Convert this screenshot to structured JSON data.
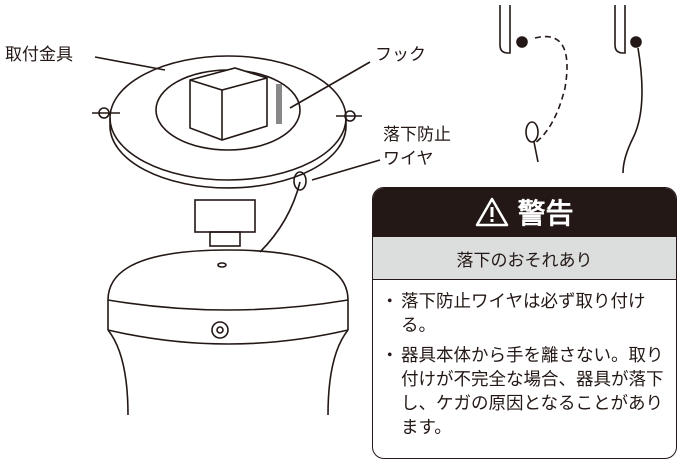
{
  "labels": {
    "bracket": "取付金具",
    "hook": "フック",
    "wire_line1": "落下防止",
    "wire_line2": "ワイヤ"
  },
  "warning": {
    "icon": "warning-triangle-icon",
    "title": "警告",
    "subtitle": "落下のおそれあり",
    "items": [
      "落下防止ワイヤは必ず取り付ける。",
      "器具本体から手を離さない。取り付けが不完全な場合、器具が落下し、ケガの原因となることがあります。"
    ],
    "colors": {
      "header": "#231815",
      "band": "#dcdddd"
    }
  }
}
